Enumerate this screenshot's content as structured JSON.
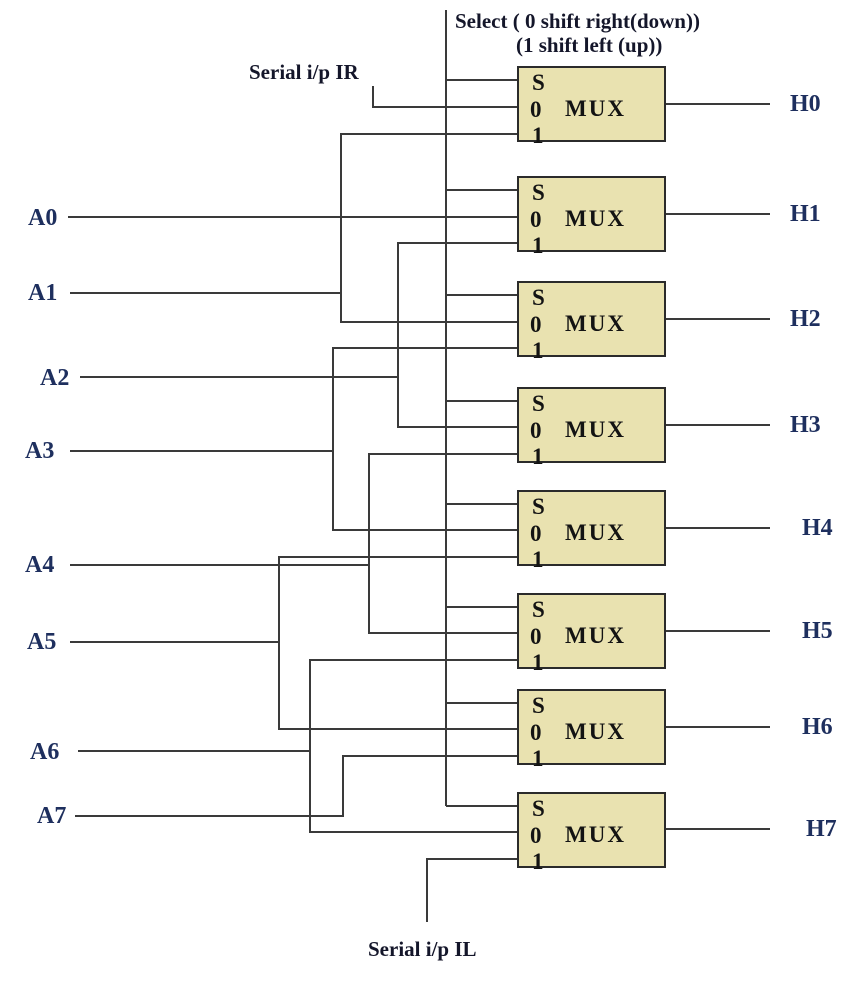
{
  "select_annotation": {
    "line1": "Select ( 0 shift right(down))",
    "line2": "(1 shift left (up))"
  },
  "serial_input_right": "Serial i/p IR",
  "serial_input_left": "Serial i/p IL",
  "inputs": [
    "A0",
    "A1",
    "A2",
    "A3",
    "A4",
    "A5",
    "A6",
    "A7"
  ],
  "muxes": [
    {
      "select_pin": "S",
      "pin0": "0",
      "pin1": "1",
      "label": "MUX",
      "output": "H0"
    },
    {
      "select_pin": "S",
      "pin0": "0",
      "pin1": "1",
      "label": "MUX",
      "output": "H1"
    },
    {
      "select_pin": "S",
      "pin0": "0",
      "pin1": "1",
      "label": "MUX",
      "output": "H2"
    },
    {
      "select_pin": "S",
      "pin0": "0",
      "pin1": "1",
      "label": "MUX",
      "output": "H3"
    },
    {
      "select_pin": "S",
      "pin0": "0",
      "pin1": "1",
      "label": "MUX",
      "output": "H4"
    },
    {
      "select_pin": "S",
      "pin0": "0",
      "pin1": "1",
      "label": "MUX",
      "output": "H5"
    },
    {
      "select_pin": "S",
      "pin0": "0",
      "pin1": "1",
      "label": "MUX",
      "output": "H6"
    },
    {
      "select_pin": "S",
      "pin0": "0",
      "pin1": "1",
      "label": "MUX",
      "output": "H7"
    }
  ],
  "colors": {
    "background": "#ffffff",
    "box_fill": "#e9e2b0",
    "box_border": "#2b2b2b",
    "wire": "#3a3a3a",
    "signal_label": "#1e2f5e",
    "annotation": "#14162a",
    "mux_text": "#131313"
  }
}
